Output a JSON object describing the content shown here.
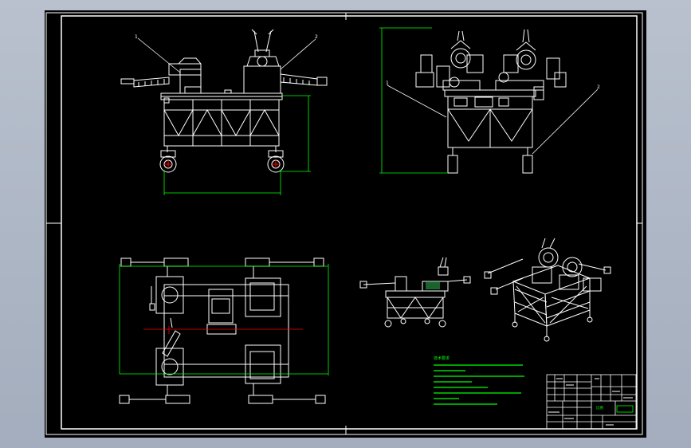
{
  "colors": {
    "background": "#000000",
    "geometry": "#ffffff",
    "dimension": "#00ff00",
    "centerline": "#ff0000",
    "notes": "#00ff00",
    "title_block_highlight": "#00ff00"
  },
  "views": {
    "front": {
      "name": "front-view"
    },
    "side": {
      "name": "side-view"
    },
    "top": {
      "name": "top-view"
    },
    "iso_small": {
      "name": "iso-view-small"
    },
    "iso_large": {
      "name": "iso-view-large"
    }
  },
  "balloons": {
    "front_left": "1",
    "front_right": "2",
    "side_left": "1",
    "side_right": "2"
  },
  "notes": {
    "title": "技术要求"
  },
  "title_block": {
    "revision_mark": "比例"
  }
}
